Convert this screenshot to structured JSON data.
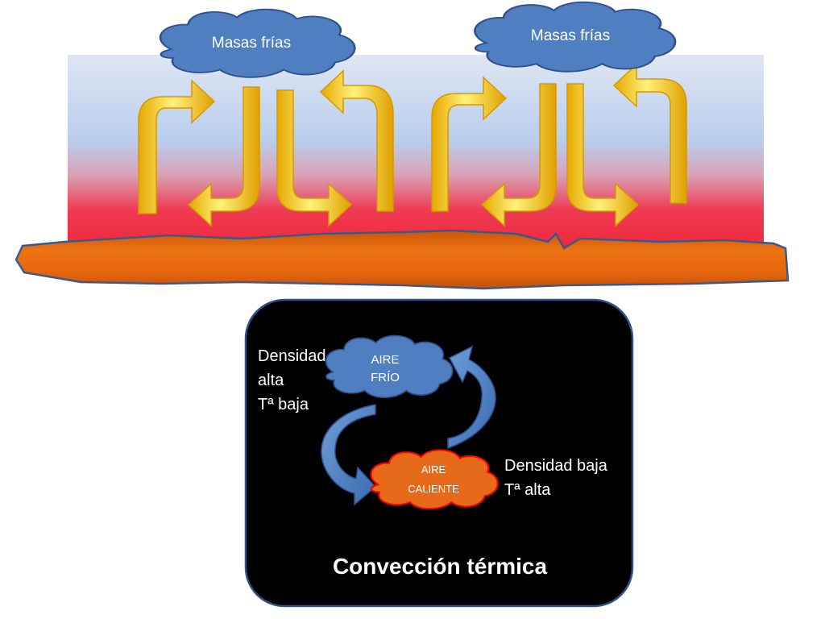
{
  "clouds_top": [
    {
      "label": "Masas frías"
    },
    {
      "label": "Masas frías"
    }
  ],
  "panel": {
    "title": "Convección térmica",
    "cold_cloud": {
      "line1": "AIRE",
      "line2": "FRÍO"
    },
    "hot_cloud": {
      "line1": "AIRE",
      "line2": "CALIENTE"
    },
    "cold_desc": {
      "line1": "Densidad",
      "line2": "alta",
      "line3": "Tª baja"
    },
    "hot_desc": {
      "line1": "Densidad baja",
      "line2": "Tª alta"
    }
  },
  "colors": {
    "sky_top": "#dde4f2",
    "sky_mid": "#b9cdec",
    "sky_hot": "#f0283c",
    "ground": "#e86a12",
    "ground_dark": "#c24f08",
    "arrow_gold": "#ffc000",
    "cloud_blue": "#4f7fc1",
    "cloud_edge": "#2f528f",
    "hot_cloud": "#e7691a",
    "hot_edge": "#ff0000",
    "panel_bg": "#000000",
    "panel_edge": "#2f528f"
  }
}
